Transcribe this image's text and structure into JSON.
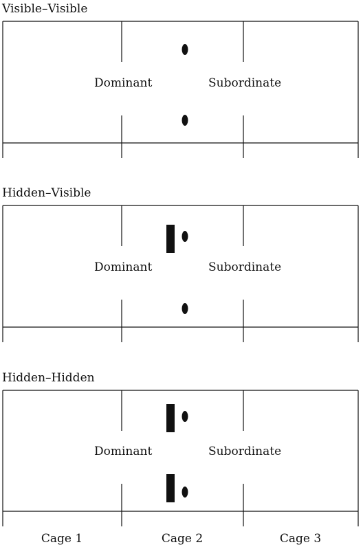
{
  "panels": [
    {
      "title": "Visible–Visible",
      "left_label": "Dominant",
      "right_label": "Subordinate",
      "top_barrier": false,
      "bottom_barrier": false
    },
    {
      "title": "Hidden–Visible",
      "left_label": "Dominant",
      "right_label": "Subordinate",
      "top_barrier": true,
      "bottom_barrier": false
    },
    {
      "title": "Hidden–Hidden",
      "left_label": "Dominant",
      "right_label": "Subordinate",
      "top_barrier": true,
      "bottom_barrier": true
    }
  ],
  "cages": [
    "Cage 1",
    "Cage 2",
    "Cage 3"
  ],
  "colors": {
    "ink": "#111111",
    "background": "#ffffff"
  }
}
